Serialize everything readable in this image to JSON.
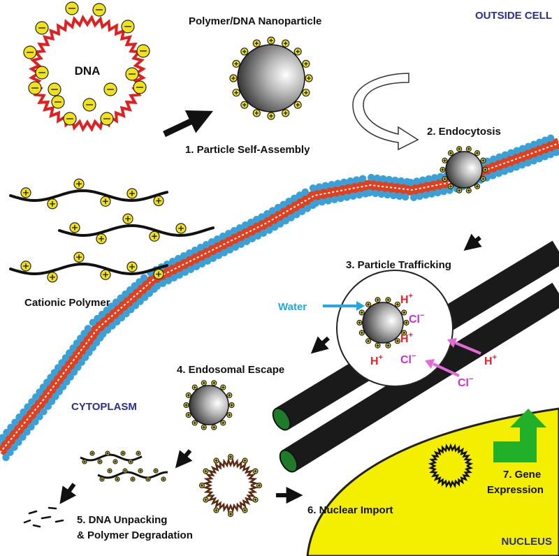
{
  "regions": {
    "outside": "OUTSIDE CELL",
    "cytoplasm": "CYTOPLASM",
    "nucleus": "NUCLEUS"
  },
  "components": {
    "dna": "DNA",
    "nanoparticle": "Polymer/DNA Nanoparticle",
    "polymer": "Cationic Polymer",
    "water": "Water"
  },
  "steps": {
    "s1": "1. Particle Self-Assembly",
    "s2": "2. Endocytosis",
    "s3": "3. Particle Trafficking",
    "s4": "4. Endosomal Escape",
    "s5_line1": "5. DNA Unpacking",
    "s5_line2": "& Polymer Degradation",
    "s6": "6. Nuclear Import",
    "s7_line1": "7. Gene",
    "s7_line2": "Expression"
  },
  "ions": {
    "proton": "H",
    "proton_charge": "+",
    "chloride": "Cl",
    "chloride_charge": "−"
  },
  "colors": {
    "region_label": "#2b2f8f",
    "dna_ring": "#e02020",
    "charge_fill": "#f2e21a",
    "membrane_head": "#3aa0d8",
    "membrane_core": "#e0401e",
    "nucleus": "#f4ee00",
    "microtubule": "#1a1a1a",
    "microtubule_end": "#1f7a2a",
    "gene_arrow": "#22b02a",
    "water": "#20a8e0",
    "proton": "#e8202a",
    "chloride": "#d02ad0"
  }
}
